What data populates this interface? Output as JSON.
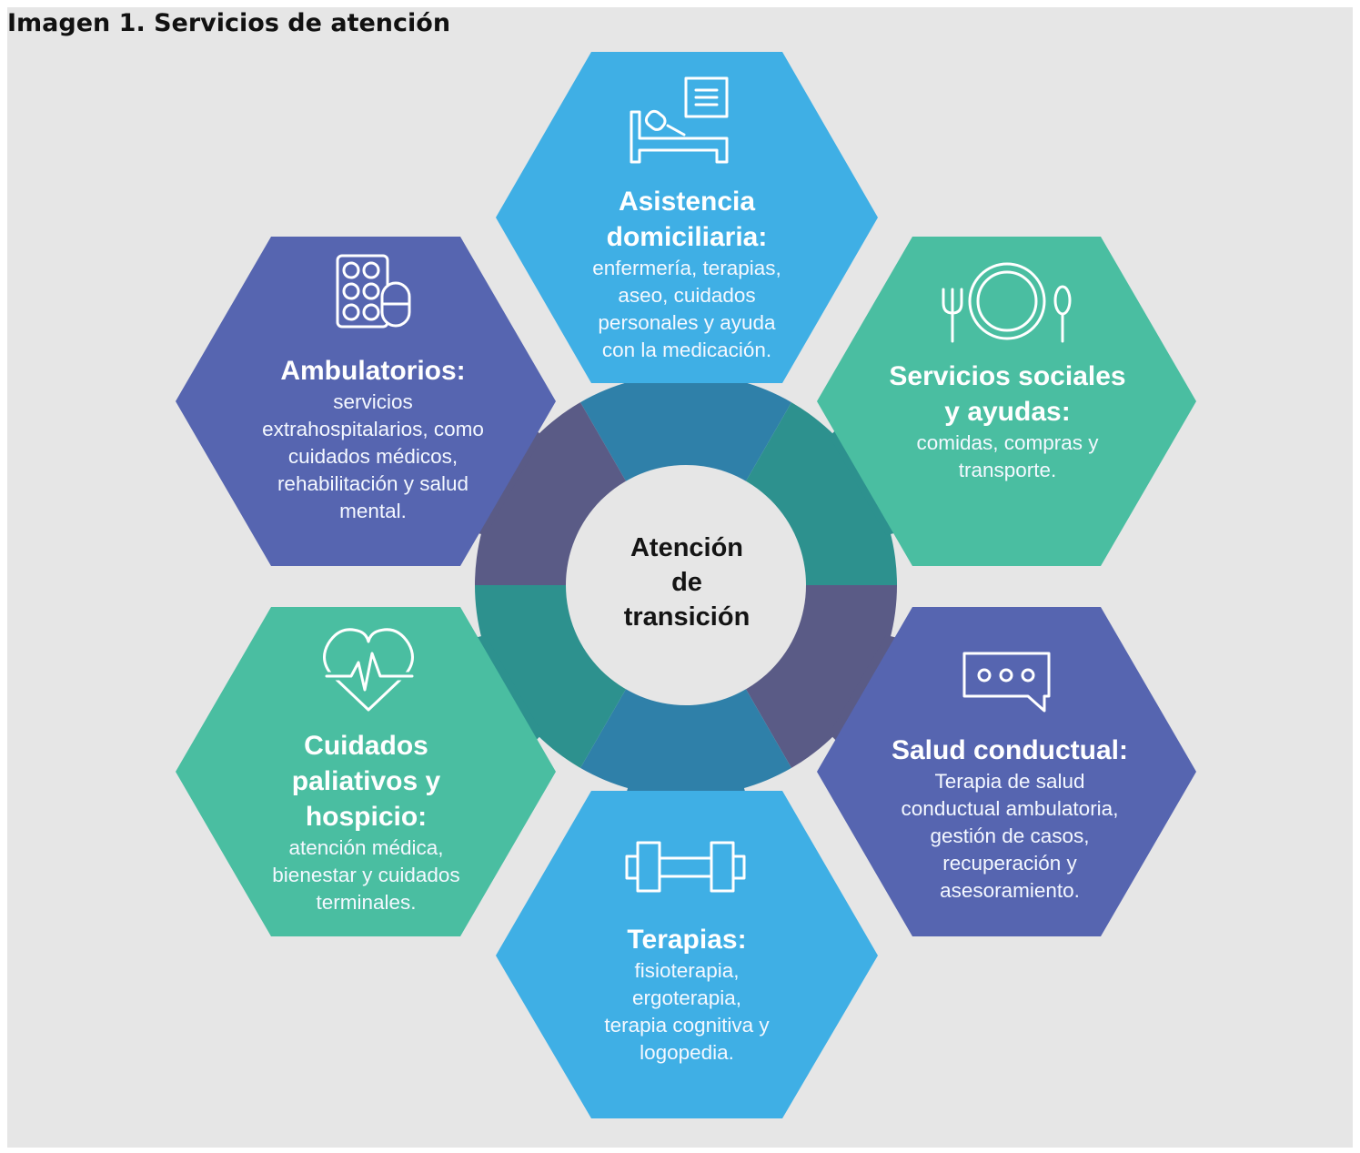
{
  "figure": {
    "title": "Imagen 1. Servicios de atención"
  },
  "center": {
    "label": "Atención\nde\ntransición"
  },
  "colors": {
    "background": "#e6e6e6",
    "light_blue": "#3fafe5",
    "teal_green": "#4abea1",
    "indigo": "#5665b0",
    "connector_blue": "#2f80a9",
    "connector_teal": "#2d918e",
    "connector_slate": "#5a5b86"
  },
  "services": [
    {
      "id": "asistencia",
      "icon": "hospital-bed-icon",
      "heading": "Asistencia\ndomiciliaria:",
      "body": "enfermería, terapias,\naseo, cuidados\npersonales y ayuda\ncon la medicación.",
      "color": "#3fafe5"
    },
    {
      "id": "sociales",
      "icon": "plate-fork-spoon-icon",
      "heading": "Servicios sociales\ny ayudas:",
      "body": "comidas, compras y\ntransporte.",
      "color": "#4abea1"
    },
    {
      "id": "conductual",
      "icon": "speech-bubble-icon",
      "heading": "Salud conductual:",
      "body": "Terapia de salud\nconductual ambulatoria,\ngestión de casos,\nrecuperación y\nasesoramiento.",
      "color": "#5665b0"
    },
    {
      "id": "terapias",
      "icon": "dumbbell-icon",
      "heading": "Terapias:",
      "body": "fisioterapia,\nergoterapia,\nterapia cognitiva y\nlogopedia.",
      "color": "#3fafe5"
    },
    {
      "id": "paliativos",
      "icon": "heart-pulse-icon",
      "heading": "Cuidados\npaliativos y\nhospicio:",
      "body": "atención médica,\nbienestar y cuidados\nterminales.",
      "color": "#4abea1"
    },
    {
      "id": "ambulatorios",
      "icon": "pill-pack-icon",
      "heading": "Ambulatorios:",
      "body": "servicios\nextrahospitalarios, como\ncuidados médicos,\nrehabilitación y salud\nmental.",
      "color": "#5665b0"
    }
  ]
}
